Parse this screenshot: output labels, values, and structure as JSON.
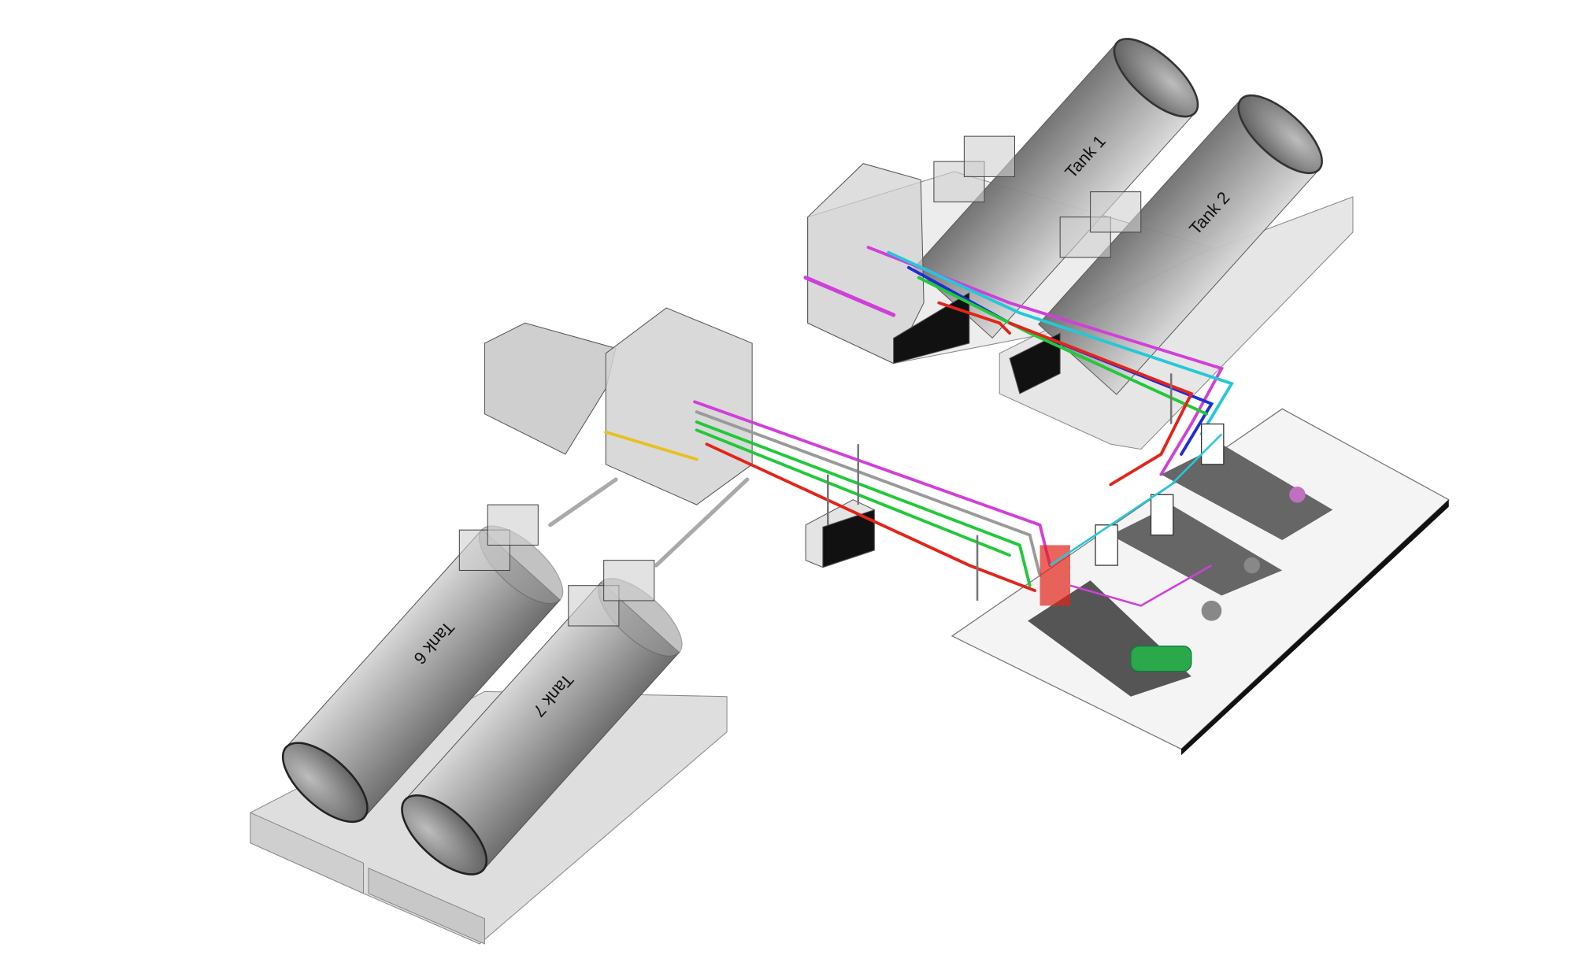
{
  "tanks": [
    {
      "label": "Tank 1"
    },
    {
      "label": "Tank 2"
    },
    {
      "label": "Tank 6"
    },
    {
      "label": "Tank 7"
    }
  ],
  "colors": {
    "pipe_red": "#e3241b",
    "pipe_green": "#22c83a",
    "pipe_magenta": "#d040d8",
    "pipe_blue": "#1c2fd6",
    "pipe_cyan": "#25c8d8",
    "pipe_grey": "#9a9a9a",
    "pump_green": "#2aa84a"
  }
}
